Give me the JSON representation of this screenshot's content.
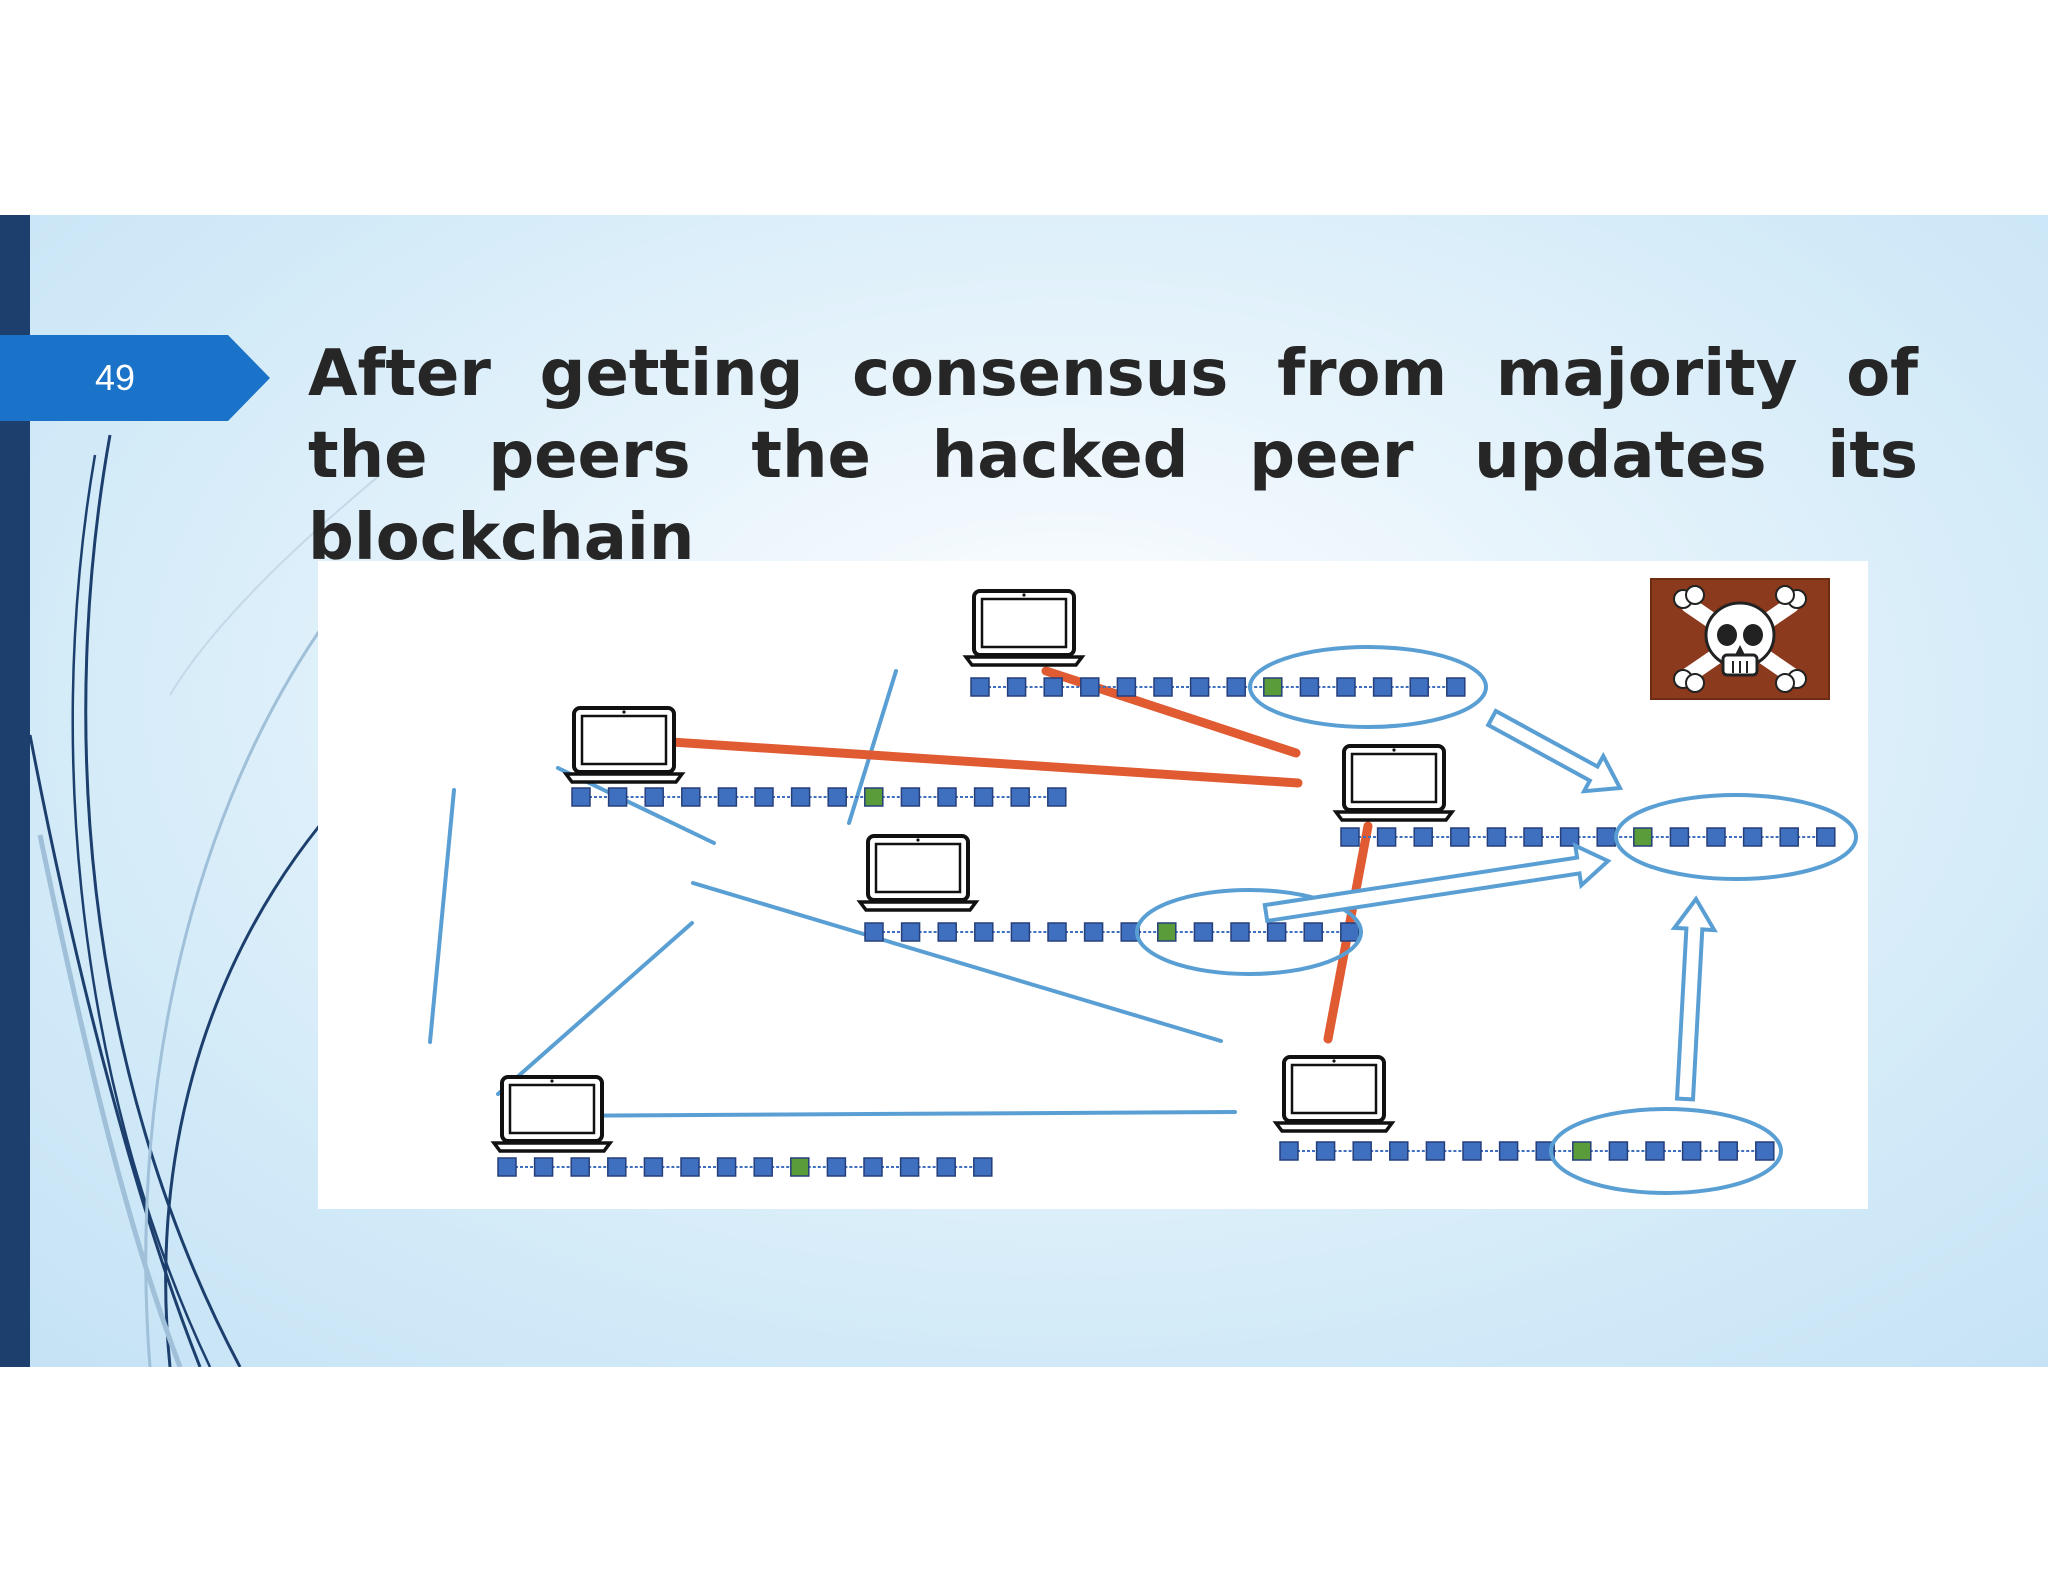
{
  "slide": {
    "number": "49",
    "title": "After getting consensus from majority of the peers the hacked peer updates its blockchain"
  },
  "colors": {
    "accent_blue": "#1a73c9",
    "bar_navy": "#1c3f6e",
    "line_blue": "#5a9fd4",
    "line_red": "#e05a32",
    "block_blue": "#3f6fbf",
    "block_green": "#5a9b3a",
    "skull_bg": "#8b3a1e"
  },
  "diagram": {
    "peers": [
      {
        "name": "peer-top",
        "blocks": 14,
        "tampered_index": 8,
        "circled": true
      },
      {
        "name": "peer-upper-left",
        "blocks": 14,
        "tampered_index": 8,
        "circled": false
      },
      {
        "name": "peer-center",
        "blocks": 14,
        "tampered_index": 8,
        "circled": true
      },
      {
        "name": "peer-hacked",
        "blocks": 14,
        "tampered_index": 8,
        "circled": true
      },
      {
        "name": "peer-lower-left",
        "blocks": 14,
        "tampered_index": 8,
        "circled": false
      },
      {
        "name": "peer-lower-right",
        "blocks": 14,
        "tampered_index": 8,
        "circled": true
      }
    ],
    "hacker_icon": "skull-crossbones-icon"
  }
}
